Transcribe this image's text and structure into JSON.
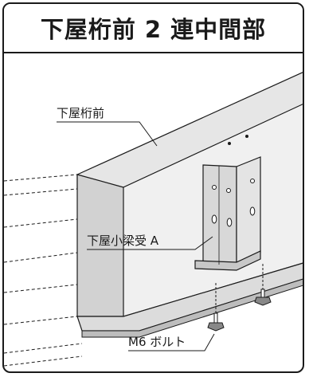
{
  "title": "下屋桁前 2 連中間部",
  "labels": {
    "beam": "下屋桁前",
    "bracket": "下屋小梁受 A",
    "bolt": "M6 ボルト"
  },
  "colors": {
    "beam_top": "#e6e6e6",
    "beam_front": "#d4d4d4",
    "beam_inside": "#efefef",
    "bracket": "#dcdcdc",
    "line": "#1a1a1a"
  }
}
